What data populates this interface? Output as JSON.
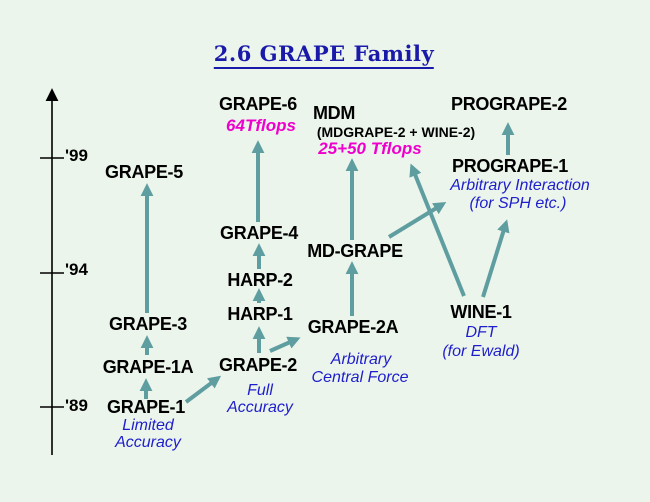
{
  "title": "2.6 GRAPE Family",
  "timeline": {
    "tick_99": "'99",
    "tick_94": "'94",
    "tick_89": "'89"
  },
  "nodes": {
    "grape6": {
      "label": "GRAPE-6",
      "flops": "64Tflops"
    },
    "mdm": {
      "label": "MDM",
      "detail": "(MDGRAPE-2 + WINE-2)",
      "flops": "25+50 Tflops"
    },
    "progrape2": {
      "label": "PROGRAPE-2"
    },
    "progrape1": {
      "label": "PROGRAPE-1",
      "note_line1": "Arbitrary Interaction",
      "note_line2": "(for SPH etc.)"
    },
    "grape5": {
      "label": "GRAPE-5"
    },
    "grape4": {
      "label": "GRAPE-4"
    },
    "mdgrape": {
      "label": "MD-GRAPE"
    },
    "harp2": {
      "label": "HARP-2"
    },
    "harp1": {
      "label": "HARP-1"
    },
    "grape2a": {
      "label": "GRAPE-2A",
      "note_line1": "Arbitrary",
      "note_line2": "Central Force"
    },
    "grape3": {
      "label": "GRAPE-3"
    },
    "grape1a": {
      "label": "GRAPE-1A"
    },
    "grape2": {
      "label": "GRAPE-2",
      "note_line1": "Full",
      "note_line2": "Accuracy"
    },
    "grape1": {
      "label": "GRAPE-1",
      "note_line1": "Limited",
      "note_line2": "Accuracy"
    },
    "wine1": {
      "label": "WINE-1",
      "note_line1": "DFT",
      "note_line2": "(for Ewald)"
    }
  },
  "colors": {
    "bg": "#ecf5ec",
    "arrow": "#5f9ea0",
    "label": "#000000",
    "annotation": "#1e1ecc",
    "flops": "#ee00cc",
    "title": "#1a1aaa",
    "axis": "#000000"
  }
}
